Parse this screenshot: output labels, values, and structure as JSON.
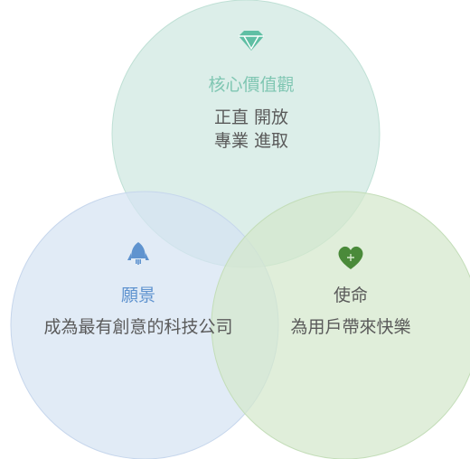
{
  "circles": [
    {
      "id": "core-values",
      "title": "核心價值觀",
      "lines": [
        "正直 開放",
        "專業 進取"
      ],
      "icon": "diamond-icon",
      "fill": "#cfe8e0",
      "stroke": "#bfe0d5",
      "title_color": "#7fc6b2",
      "icon_color": "#5fbfa4"
    },
    {
      "id": "vision",
      "title": "願景",
      "lines": [
        "成為最有創意的科技公司"
      ],
      "icon": "rocket-icon",
      "fill": "#d6e3f3",
      "stroke": "#c6d6ec",
      "title_color": "#5f93cf",
      "icon_color": "#5f93cf"
    },
    {
      "id": "mission",
      "title": "使命",
      "lines": [
        "為用戶帶來快樂"
      ],
      "icon": "heart-plus-icon",
      "fill": "#d4e8cc",
      "stroke": "#c3ddb8",
      "title_color": "#5a5a5a",
      "icon_color": "#4a8a3a"
    }
  ]
}
